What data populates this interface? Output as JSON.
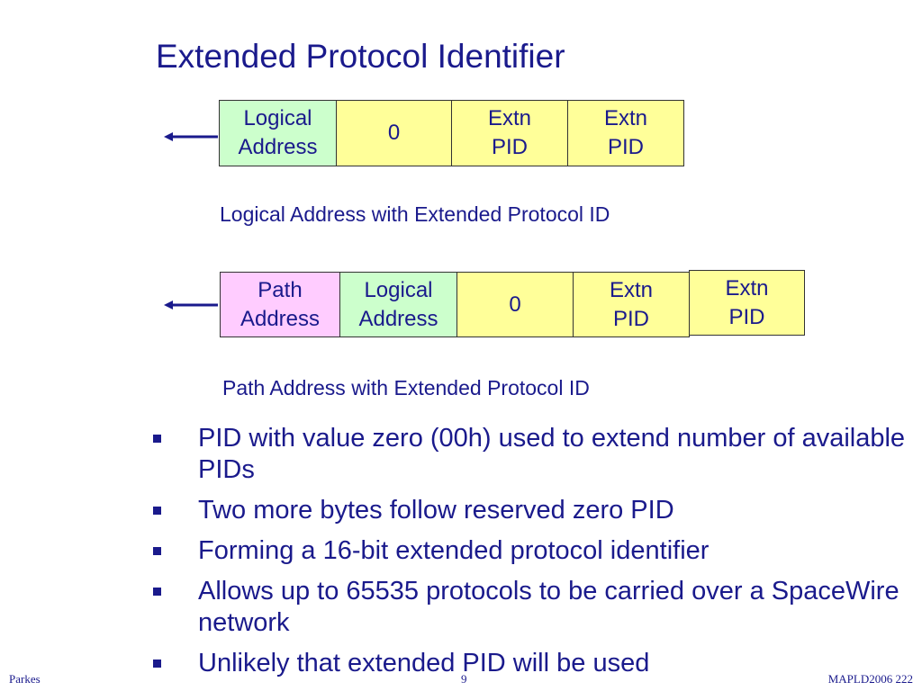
{
  "slide": {
    "title": "Extended Protocol Identifier"
  },
  "diagram1": {
    "cells": [
      "Logical\nAddress",
      "0",
      "Extn\nPID",
      "Extn\nPID"
    ],
    "caption": "Logical Address with Extended Protocol ID"
  },
  "diagram2": {
    "cells": [
      "Path\nAddress",
      "Logical\nAddress",
      "0",
      "Extn\nPID",
      "Extn\nPID"
    ],
    "caption": "Path Address with Extended Protocol ID"
  },
  "bullets": [
    "PID with value zero (00h) used to extend number of available PIDs",
    "Two more bytes follow reserved zero PID",
    "Forming a 16-bit extended protocol identifier",
    "Allows up to 65535 protocols to be carried over a SpaceWire network",
    "Unlikely that extended PID will be used"
  ],
  "footer": {
    "left": "Parkes",
    "center": "9",
    "right": "MAPLD2006 222"
  },
  "colors": {
    "text": "#1a1a8c",
    "logical_address_fill": "#ccffcc",
    "field_fill": "#ffff99",
    "path_address_fill": "#ffccff"
  }
}
